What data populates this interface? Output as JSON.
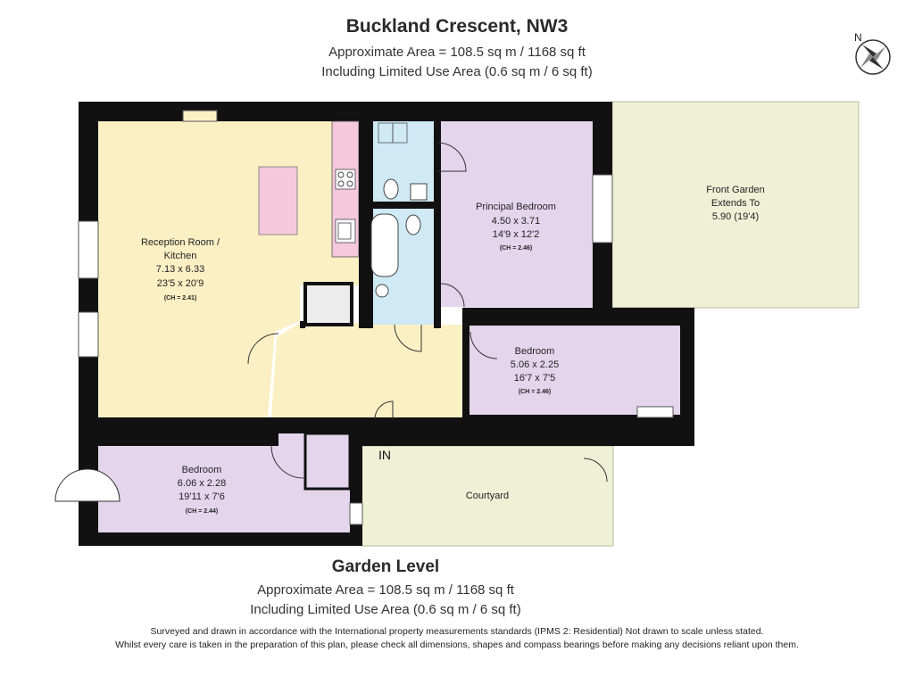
{
  "header": {
    "title": "Buckland Crescent, NW3",
    "area": "Approximate Area = 108.5 sq m / 1168 sq ft",
    "limited": "Including Limited Use Area (0.6 sq m / 6 sq ft)"
  },
  "compass": {
    "label": "N"
  },
  "rooms": {
    "reception": {
      "name1": "Reception Room /",
      "name2": "Kitchen",
      "metric": "7.13 x 6.33",
      "imperial": "23'5 x 20'9",
      "ceiling": "(CH = 2.41)"
    },
    "principal": {
      "name": "Principal Bedroom",
      "metric": "4.50 x 3.71",
      "imperial": "14'9 x 12'2",
      "ceiling": "(CH = 2.46)"
    },
    "bedroom_right": {
      "name": "Bedroom",
      "metric": "5.06 x 2.25",
      "imperial": "16'7 x 7'5",
      "ceiling": "(CH = 2.46)"
    },
    "bedroom_left": {
      "name": "Bedroom",
      "metric": "6.06 x 2.28",
      "imperial": "19'11 x 7'6",
      "ceiling": "(CH = 2.44)"
    },
    "front_garden": {
      "line1": "Front Garden",
      "line2": "Extends To",
      "line3": "5.90 (19'4)"
    },
    "courtyard": {
      "name": "Courtyard"
    }
  },
  "entrance": {
    "label": "IN"
  },
  "level": {
    "title": "Garden Level",
    "area": "Approximate Area = 108.5 sq m / 1168 sq ft",
    "limited": "Including Limited Use Area (0.6 sq m / 6 sq ft)"
  },
  "disclaimer": {
    "line1": "Surveyed and drawn in accordance with the International property measurements standards (IPMS 2: Residential) Not drawn to scale unless stated.",
    "line2": "Whilst every care is taken in the preparation of this plan, please check all dimensions, shapes and compass bearings before making any decisions reliant upon them."
  },
  "colors": {
    "reception": "#fbf0c4",
    "bedroom": "#e4d5ec",
    "bathroom": "#cfe9f5",
    "garden": "#eef1d6",
    "wall": "#111111",
    "island": "#f6c8dc"
  }
}
